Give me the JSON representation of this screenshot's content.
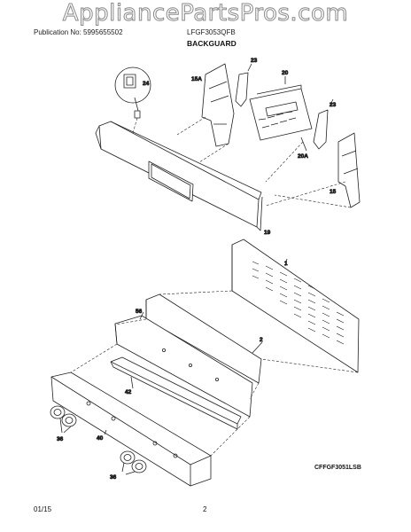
{
  "watermark": "AppliancePartsPros.com",
  "header": {
    "publication": "Publication No: 5995655502",
    "model": "LFGF3053QFB",
    "section_title": "BACKGUARD"
  },
  "callouts": {
    "c1": "1",
    "c2": "2",
    "c15": "15",
    "c15a": "15A",
    "c19": "19",
    "c20": "20",
    "c20a": "20A",
    "c23a": "23",
    "c23b": "23",
    "c24": "24",
    "c36a": "36",
    "c36b": "36",
    "c40": "40",
    "c42": "42",
    "c56": "56"
  },
  "diagram_code": "CFFGF3051LSB",
  "footer": {
    "date": "01/15",
    "page": "2"
  }
}
